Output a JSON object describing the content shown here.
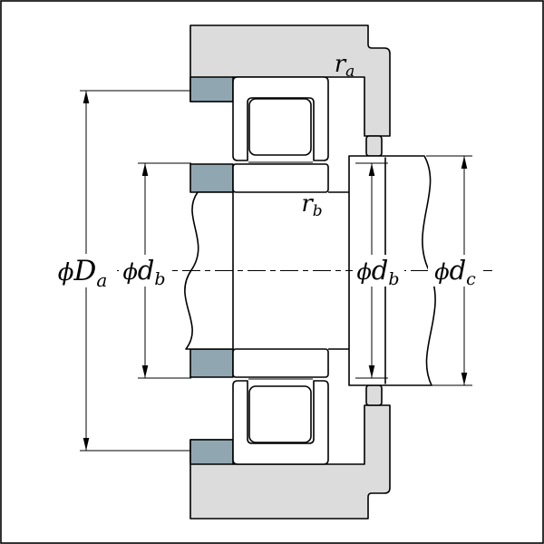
{
  "diagram": {
    "type": "bearing-mounting-dimension-drawing",
    "labels": {
      "da": {
        "phi": "ϕ",
        "letter": "D",
        "sub": "a"
      },
      "db_left": {
        "phi": "ϕ",
        "letter": "d",
        "sub": "b"
      },
      "db_right": {
        "phi": "ϕ",
        "letter": "d",
        "sub": "b"
      },
      "dc": {
        "phi": "ϕ",
        "letter": "d",
        "sub": "c"
      },
      "ra": {
        "letter": "r",
        "sub": "a"
      },
      "rb": {
        "letter": "r",
        "sub": "b"
      }
    },
    "colors": {
      "background": "#ffffff",
      "housing": "#dcdcdc",
      "abutment": "#90a7b1",
      "part": "#ffffff",
      "line": "#000000"
    }
  }
}
